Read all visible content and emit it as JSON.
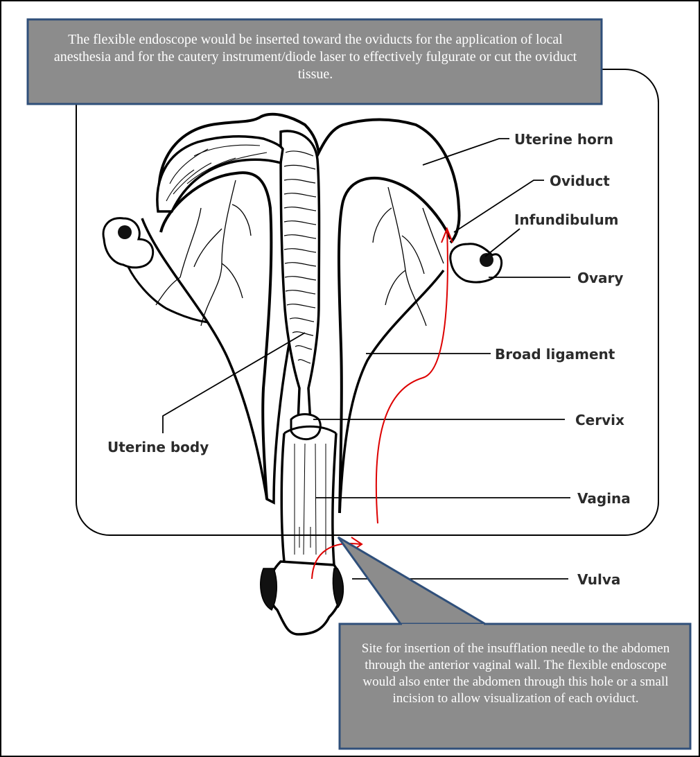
{
  "callouts": {
    "top": "The flexible endoscope would be inserted toward the oviducts for the application of local anesthesia and for the cautery instrument/diode laser to effectively fulgurate or cut the oviduct tissue.",
    "bottom": "Site for insertion of the insufflation needle to the abdomen through the anterior vaginal wall. The flexible endoscope would also enter the abdomen through this hole or a small incision to allow visualization of each oviduct."
  },
  "labels": {
    "uterine_horn": "Uterine horn",
    "oviduct": "Oviduct",
    "infundibulum": "Infundibulum",
    "ovary": "Ovary",
    "broad_ligament": "Broad ligament",
    "cervix": "Cervix",
    "uterine_body": "Uterine body",
    "vagina": "Vagina",
    "vulva": "Vulva"
  },
  "colors": {
    "callout_fill": "#8c8c8c",
    "callout_border": "#2f4f7a",
    "arrow": "#dd0000"
  }
}
